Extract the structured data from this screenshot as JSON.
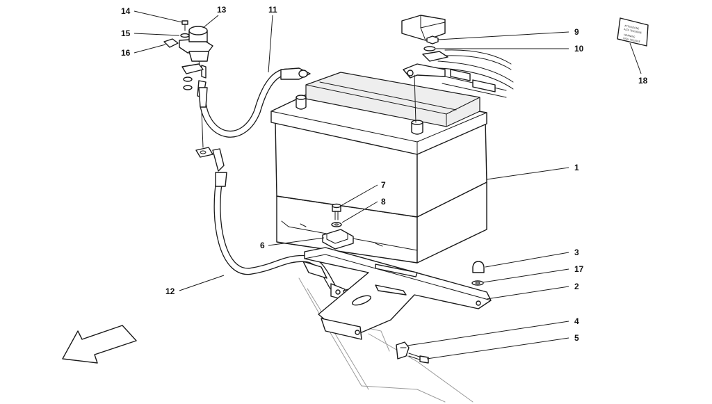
{
  "diagram": {
    "callouts": [
      {
        "id": "1",
        "label": "1"
      },
      {
        "id": "2",
        "label": "2"
      },
      {
        "id": "3",
        "label": "3"
      },
      {
        "id": "4",
        "label": "4"
      },
      {
        "id": "5",
        "label": "5"
      },
      {
        "id": "6",
        "label": "6"
      },
      {
        "id": "7",
        "label": "7"
      },
      {
        "id": "8",
        "label": "8"
      },
      {
        "id": "9",
        "label": "9"
      },
      {
        "id": "10",
        "label": "10"
      },
      {
        "id": "11",
        "label": "11"
      },
      {
        "id": "12",
        "label": "12"
      },
      {
        "id": "13",
        "label": "13"
      },
      {
        "id": "14",
        "label": "14"
      },
      {
        "id": "15",
        "label": "15"
      },
      {
        "id": "16",
        "label": "16"
      },
      {
        "id": "17",
        "label": "17"
      },
      {
        "id": "18",
        "label": "18"
      }
    ],
    "warning_plate": {
      "lines": [
        "ATTENZIONE",
        "ALTA TENSIONE",
        "WARNING",
        "HIGH VOLTAGE"
      ]
    }
  }
}
